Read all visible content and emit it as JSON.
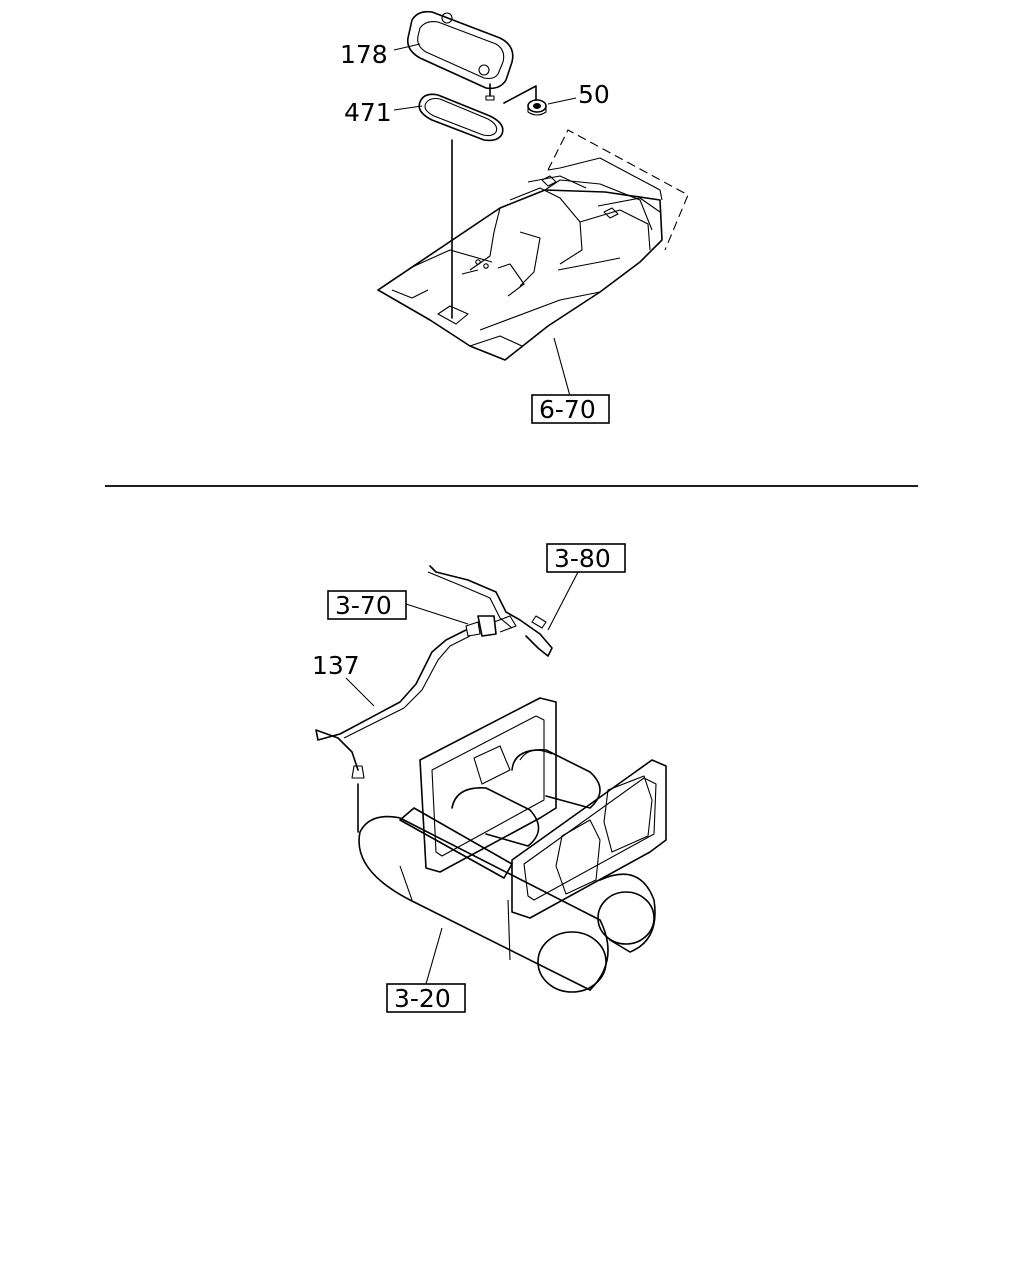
{
  "top_diagram": {
    "callouts": {
      "gasket_upper": "178",
      "gasket_lower": "471",
      "nut": "50"
    },
    "reference": "6-70"
  },
  "bottom_diagram": {
    "callouts": {
      "pipe": "137"
    },
    "references": {
      "upper_left": "3-70",
      "upper_right": "3-80",
      "bottom": "3-20"
    }
  }
}
